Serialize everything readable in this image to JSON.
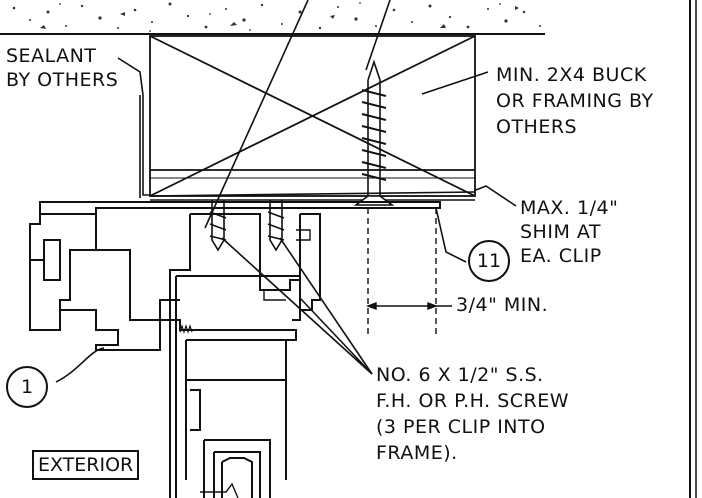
{
  "labels": {
    "sealant": [
      "SEALANT",
      "BY OTHERS"
    ],
    "buck": [
      "MIN. 2X4 BUCK",
      "OR FRAMING BY",
      "OTHERS"
    ],
    "shim": [
      "MAX. 1/4\"",
      "SHIM AT",
      "EA. CLIP"
    ],
    "min_dim": "3/4\" MIN.",
    "screw": [
      "NO. 6 X 1/2\" S.S.",
      "F.H. OR P.H. SCREW",
      "(3 PER CLIP INTO",
      "FRAME)."
    ],
    "exterior": "EXTERIOR"
  },
  "callouts": {
    "detail_11": "11",
    "detail_1": "1"
  },
  "colors": {
    "ink": "#111111",
    "paper": "#ffffff"
  }
}
